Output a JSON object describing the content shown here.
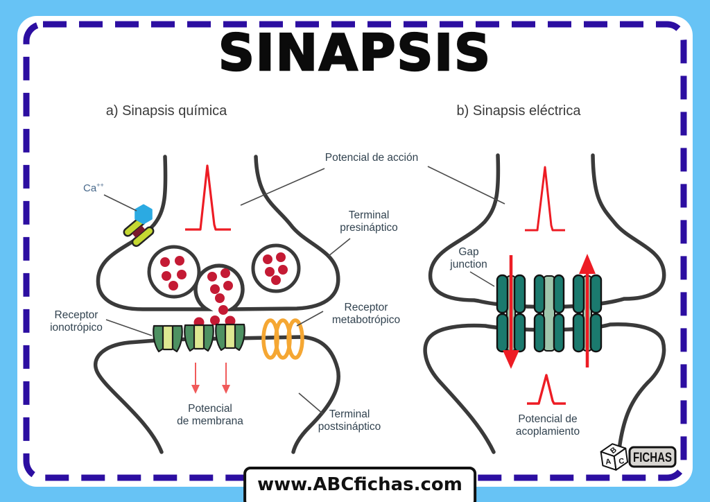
{
  "title": "SINAPSIS",
  "headings": {
    "chemical": "a) Sinapsis química",
    "electrical": "b) Sinapsis eléctrica"
  },
  "labels": {
    "action_potential": "Potencial de acción",
    "presynaptic_terminal": "Terminal\npresináptico",
    "calcium": "Ca",
    "calcium_charge": "++",
    "ionotropic_receptor": "Receptor\nionotrópico",
    "metabotropic_receptor": "Receptor\nmetabotrópico",
    "membrane_potential": "Potencial\nde membrana",
    "postsynaptic_terminal": "Terminal\npostsináptico",
    "gap_junction": "Gap\njunction",
    "coupling_potential": "Potencial de\nacoplamiento"
  },
  "footer": {
    "website": "www.ABCfichas.com",
    "logo_fichas": "FICHAS",
    "logo_cube_letters": [
      "A",
      "B",
      "C"
    ]
  },
  "colors": {
    "frame_blue": "#67C3F5",
    "dashed_border_indigo": "#2C0EA1",
    "membrane_gray": "#3A3A3A",
    "action_potential_red": "#ED1C24",
    "neurotransmitter_red": "#C41A34",
    "receptor_green_dark": "#4E9162",
    "receptor_green_light": "#DDE892",
    "metabotropic_orange": "#F5A733",
    "gap_junction_teal": "#1B7A6E",
    "gap_junction_light": "#9FC6AC",
    "calcium_ion_blue": "#2BAAE2",
    "calcium_channel_yellow": "#C5D832",
    "label_slate": "#31424F"
  }
}
